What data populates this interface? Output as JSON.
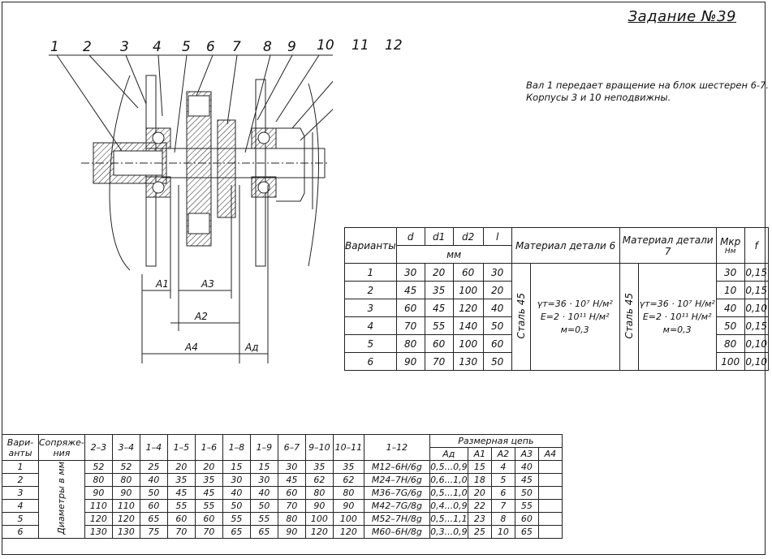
{
  "title": "Задание №39",
  "description": [
    "Вал 1 передает вращение на блок шестерен 6-7.",
    "Корпусы 3 и 10 неподвижны."
  ],
  "drawing": {
    "callouts": [
      "1",
      "2",
      "3",
      "4",
      "5",
      "6",
      "7",
      "8",
      "9",
      "10",
      "11",
      "12"
    ],
    "dims": [
      "A1",
      "A3",
      "A2",
      "A4",
      "Aд"
    ]
  },
  "table1": {
    "headers": {
      "variants": "Варианты",
      "d": "d",
      "d1": "d1",
      "d2": "d2",
      "l": "l",
      "unit": "мм",
      "mat6": "Материал детали 6",
      "mat7": "Материал детали 7",
      "mkr": "Мкр",
      "mkr_unit": "Нм",
      "f": "f"
    },
    "material_name": "Сталь 45",
    "material_props": [
      "γт=36 · 10⁷ Н/м²",
      "E=2 · 10¹¹ Н/м²",
      "м=0,3"
    ],
    "rows": [
      {
        "v": "1",
        "d": "30",
        "d1": "20",
        "d2": "60",
        "l": "30",
        "mkr": "30",
        "f": "0,15"
      },
      {
        "v": "2",
        "d": "45",
        "d1": "35",
        "d2": "100",
        "l": "20",
        "mkr": "10",
        "f": "0,15"
      },
      {
        "v": "3",
        "d": "60",
        "d1": "45",
        "d2": "120",
        "l": "40",
        "mkr": "40",
        "f": "0,10"
      },
      {
        "v": "4",
        "d": "70",
        "d1": "55",
        "d2": "140",
        "l": "50",
        "mkr": "50",
        "f": "0,15"
      },
      {
        "v": "5",
        "d": "80",
        "d1": "60",
        "d2": "100",
        "l": "60",
        "mkr": "80",
        "f": "0,10"
      },
      {
        "v": "6",
        "d": "90",
        "d1": "70",
        "d2": "130",
        "l": "50",
        "mkr": "100",
        "f": "0,10"
      }
    ]
  },
  "table2": {
    "headers": {
      "variants": "Вари-анты",
      "fits": "Сопряже-ния",
      "chain": "Размерная цепь",
      "cols": [
        "2–3",
        "3–4",
        "1–4",
        "1–5",
        "1–6",
        "1–8",
        "1–9",
        "6–7",
        "9–10",
        "10–11",
        "1–12"
      ],
      "chain_cols": [
        "Aд",
        "A1",
        "A2",
        "A3",
        "A4"
      ]
    },
    "fit_label": "Диаметры в мм",
    "rows": [
      {
        "v": "1",
        "c": [
          "52",
          "52",
          "25",
          "20",
          "20",
          "15",
          "15",
          "30",
          "35",
          "35",
          "M12–6H/6g"
        ],
        "ch": [
          "0,5...0,9",
          "15",
          "4",
          "40",
          ""
        ]
      },
      {
        "v": "2",
        "c": [
          "80",
          "80",
          "40",
          "35",
          "35",
          "30",
          "30",
          "45",
          "62",
          "62",
          "M24–7H/6g"
        ],
        "ch": [
          "0,6...1,0",
          "18",
          "5",
          "45",
          ""
        ]
      },
      {
        "v": "3",
        "c": [
          "90",
          "90",
          "50",
          "45",
          "45",
          "40",
          "40",
          "60",
          "80",
          "80",
          "M36–7G/6g"
        ],
        "ch": [
          "0,5...1,0",
          "20",
          "6",
          "50",
          ""
        ]
      },
      {
        "v": "4",
        "c": [
          "110",
          "110",
          "60",
          "55",
          "55",
          "50",
          "50",
          "70",
          "90",
          "90",
          "M42–7G/8g"
        ],
        "ch": [
          "0,4...0,9",
          "22",
          "7",
          "55",
          ""
        ]
      },
      {
        "v": "5",
        "c": [
          "120",
          "120",
          "65",
          "60",
          "60",
          "55",
          "55",
          "80",
          "100",
          "100",
          "M52–7H/8g"
        ],
        "ch": [
          "0,5...1,1",
          "23",
          "8",
          "60",
          ""
        ]
      },
      {
        "v": "6",
        "c": [
          "130",
          "130",
          "75",
          "70",
          "70",
          "65",
          "65",
          "90",
          "120",
          "120",
          "M60–6H/8g"
        ],
        "ch": [
          "0,3...0,9",
          "25",
          "10",
          "65",
          ""
        ]
      }
    ]
  }
}
